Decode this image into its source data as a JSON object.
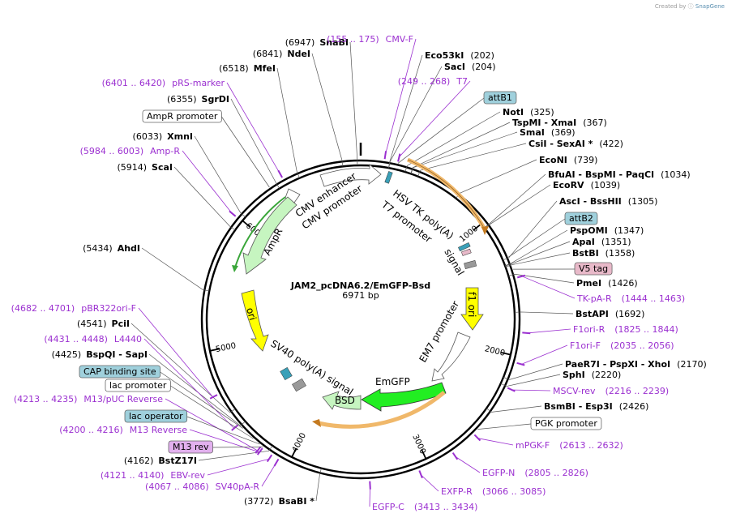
{
  "credit": {
    "prefix": "Created by",
    "brand": "SnapGene"
  },
  "plasmid": {
    "name": "JAM2_pcDNA6.2/EmGFP-Bsd",
    "length_text": "6971 bp",
    "length": 6971
  },
  "ticks": [
    "1000",
    "2000",
    "3000",
    "4000",
    "5000",
    "6000"
  ],
  "sites": [
    {
      "name": "SnaBI",
      "pos": "(6947)"
    },
    {
      "name": "NdeI",
      "pos": "(6841)"
    },
    {
      "name": "MfeI",
      "pos": "(6518)"
    },
    {
      "name": "SgrDI",
      "pos": "(6355)"
    },
    {
      "name": "XmnI",
      "pos": "(6033)"
    },
    {
      "name": "ScaI",
      "pos": "(5914)"
    },
    {
      "name": "AhdI",
      "pos": "(5434)"
    },
    {
      "name": "PciI",
      "pos": "(4541)"
    },
    {
      "name": "BspQI - SapI",
      "pos": "(4425)"
    },
    {
      "name": "BstZ17I",
      "pos": "(4162)"
    },
    {
      "name": "BsaBI *",
      "pos": "(3772)"
    },
    {
      "name": "Eco53kI",
      "pos": "(202)"
    },
    {
      "name": "SacI",
      "pos": "(204)"
    },
    {
      "name": "NotI",
      "pos": "(325)"
    },
    {
      "name": "TspMI - XmaI",
      "pos": "(367)"
    },
    {
      "name": "SmaI",
      "pos": "(369)"
    },
    {
      "name": "CsiI - SexAI *",
      "pos": "(422)"
    },
    {
      "name": "EcoNI",
      "pos": "(739)"
    },
    {
      "name": "BfuAI - BspMI - PaqCI",
      "pos": "(1034)"
    },
    {
      "name": "EcoRV",
      "pos": "(1039)"
    },
    {
      "name": "AscI - BssHII",
      "pos": "(1305)"
    },
    {
      "name": "PspOMI",
      "pos": "(1347)"
    },
    {
      "name": "ApaI",
      "pos": "(1351)"
    },
    {
      "name": "BstBI",
      "pos": "(1358)"
    },
    {
      "name": "PmeI",
      "pos": "(1426)"
    },
    {
      "name": "BstAPI",
      "pos": "(1692)"
    },
    {
      "name": "PaeR7I - PspXI - XhoI",
      "pos": "(2170)"
    },
    {
      "name": "SphI",
      "pos": "(2220)"
    },
    {
      "name": "BsmBI - Esp3I",
      "pos": "(2426)"
    }
  ],
  "primers": [
    {
      "name": "CMV-F",
      "range": "(155 .. 175)"
    },
    {
      "name": "T7",
      "range": "(249 .. 268)"
    },
    {
      "name": "pRS-marker",
      "range": "(6401 .. 6420)"
    },
    {
      "name": "Amp-R",
      "range": "(5984 .. 6003)"
    },
    {
      "name": "pBR322ori-F",
      "range": "(4682 .. 4701)"
    },
    {
      "name": "L4440",
      "range": "(4431 .. 4448)"
    },
    {
      "name": "M13/pUC Reverse",
      "range": "(4213 .. 4235)"
    },
    {
      "name": "M13 Reverse",
      "range": "(4200 .. 4216)"
    },
    {
      "name": "EBV-rev",
      "range": "(4121 .. 4140)"
    },
    {
      "name": "SV40pA-R",
      "range": "(4067 .. 4086)"
    },
    {
      "name": "TK-pA-R",
      "range": "(1444 .. 1463)"
    },
    {
      "name": "F1ori-R",
      "range": "(1825 .. 1844)"
    },
    {
      "name": "F1ori-F",
      "range": "(2035 .. 2056)"
    },
    {
      "name": "MSCV-rev",
      "range": "(2216 .. 2239)"
    },
    {
      "name": "mPGK-F",
      "range": "(2613 .. 2632)"
    },
    {
      "name": "EGFP-N",
      "range": "(2805 .. 2826)"
    },
    {
      "name": "EXFP-R",
      "range": "(3066 .. 3085)"
    },
    {
      "name": "EGFP-C",
      "range": "(3413 .. 3434)"
    }
  ],
  "boxed": [
    {
      "text": "AmpR promoter",
      "fill": "#ffffff"
    },
    {
      "text": "attB1",
      "fill": "#9fd0dc"
    },
    {
      "text": "attB2",
      "fill": "#9fd0dc"
    },
    {
      "text": "V5 tag",
      "fill": "#e8b9c9"
    },
    {
      "text": "CAP binding site",
      "fill": "#9fd0dc"
    },
    {
      "text": "lac promoter",
      "fill": "#ffffff"
    },
    {
      "text": "lac operator",
      "fill": "#9fd0dc"
    },
    {
      "text": "M13 rev",
      "fill": "#e2b0ee"
    },
    {
      "text": "PGK promoter",
      "fill": "#ffffff"
    }
  ],
  "features": {
    "cmv": "CMV enhancer",
    "cmvp": "CMV promoter",
    "hsv": "HSV TK poly(A)",
    "t7": "T7 promoter",
    "signal": "signal",
    "f1": "f1 ori",
    "em7": "EM7 promoter",
    "emgfp": "EmGFP",
    "bsd": "BSD",
    "sv40": "SV40 poly(A) signal",
    "ori": "ori",
    "ampr": "AmpR"
  },
  "colors": {
    "backbone": "#000000",
    "primer": "#9b30d0",
    "ampr": "#c6f5c0",
    "ori": "#ffff00",
    "emgfp": "#22ee22",
    "orf_orange": "#f5c27a",
    "promoter": "#ffffff"
  }
}
